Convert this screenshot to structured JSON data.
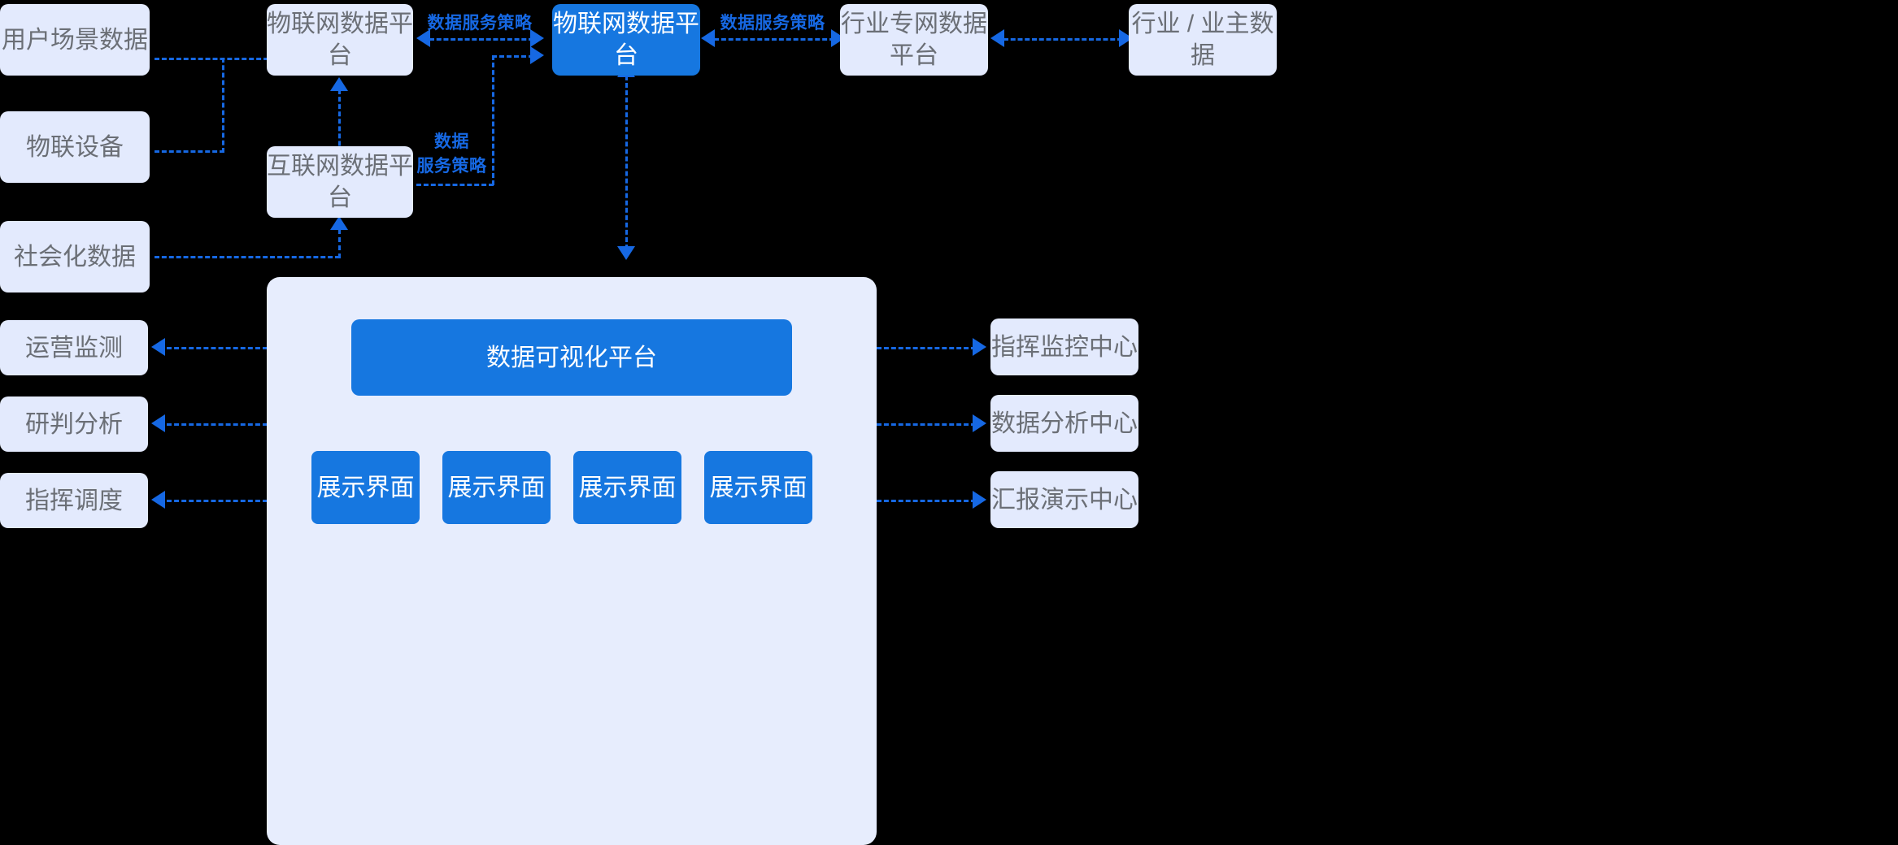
{
  "diagram": {
    "accent_blue": "#1677e0",
    "line_blue": "#1668e3",
    "light_box": "#e3eafd",
    "panel_bg": "#e7edfd",
    "text_gray": "#6b6f76",
    "sources": [
      {
        "label": "用户场景数据"
      },
      {
        "label": "物联设备"
      },
      {
        "label": "社会化数据"
      }
    ],
    "platforms": [
      {
        "label": "物联网数据平台",
        "style": "light"
      },
      {
        "label": "互联网数据平台",
        "style": "light"
      },
      {
        "label": "物联网数据平台",
        "style": "blue"
      },
      {
        "label": "行业专网数据平台",
        "style": "light"
      },
      {
        "label": "行业 / 业主数据",
        "style": "light"
      }
    ],
    "edge_labels": [
      {
        "text": "数据服务策略"
      },
      {
        "text": "数据服务策略"
      },
      {
        "text": "数据\n服务策略"
      }
    ],
    "visual_platform": {
      "label": "数据可视化平台"
    },
    "display_panels": [
      {
        "label": "展示界面"
      },
      {
        "label": "展示界面"
      },
      {
        "label": "展示界面"
      },
      {
        "label": "展示界面"
      }
    ],
    "left_outputs": [
      {
        "label": "运营监测"
      },
      {
        "label": "研判分析"
      },
      {
        "label": "指挥调度"
      }
    ],
    "right_outputs": [
      {
        "label": "指挥监控中心"
      },
      {
        "label": "数据分析中心"
      },
      {
        "label": "汇报演示中心"
      }
    ]
  }
}
